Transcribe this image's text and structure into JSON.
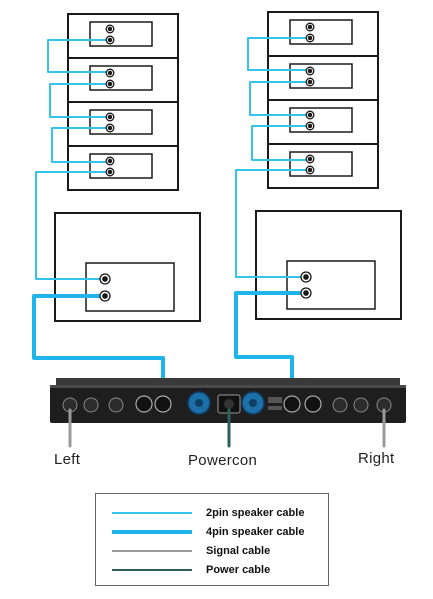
{
  "labels": {
    "left": "Left",
    "powercon": "Powercon",
    "right": "Right"
  },
  "legend": {
    "items": [
      {
        "label": "2pin speaker cable",
        "color": "#35c3ec",
        "style": "thin"
      },
      {
        "label": "4pin speaker cable",
        "color": "#1fb4ea",
        "style": "thick"
      },
      {
        "label": "Signal cable",
        "color": "#9a9a9a",
        "style": "thin"
      },
      {
        "label": "Power  cable",
        "color": "#2f5f5a",
        "style": "thin"
      }
    ]
  },
  "colors": {
    "cable_2pin": "#35c3ec",
    "cable_4pin": "#1fb4ea",
    "signal": "#9a9a9a",
    "power": "#2f5f5a",
    "amp_body": "#1e1e1e"
  }
}
